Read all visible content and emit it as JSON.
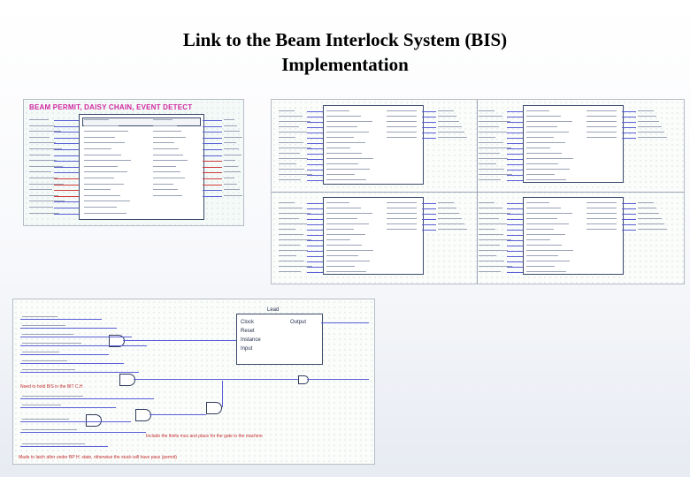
{
  "slide": {
    "title_line1": "Link to the Beam Interlock System (BIS)",
    "title_line2": "Implementation"
  },
  "schematic_top_left": {
    "banner": "BEAM PERMIT, DAISY CHAIN, EVENT DETECT"
  },
  "schematic_bottom": {
    "block_label": "Lead",
    "block_pins": [
      "Clock",
      "Reset",
      "Instance",
      "Input",
      "Output"
    ],
    "note_left": "Need to hold BIS in the BIT C.H",
    "note_mid": "Include the limits mux and place for the gate in the machine",
    "note_bottom": "Made to latch after under BP H. state, otherwise the stuck will have pass (permit)"
  },
  "colors": {
    "wire": "#5a5fd6",
    "wire_alert": "#d23a3a",
    "banner": "#d02aa0",
    "title": "#000000"
  }
}
